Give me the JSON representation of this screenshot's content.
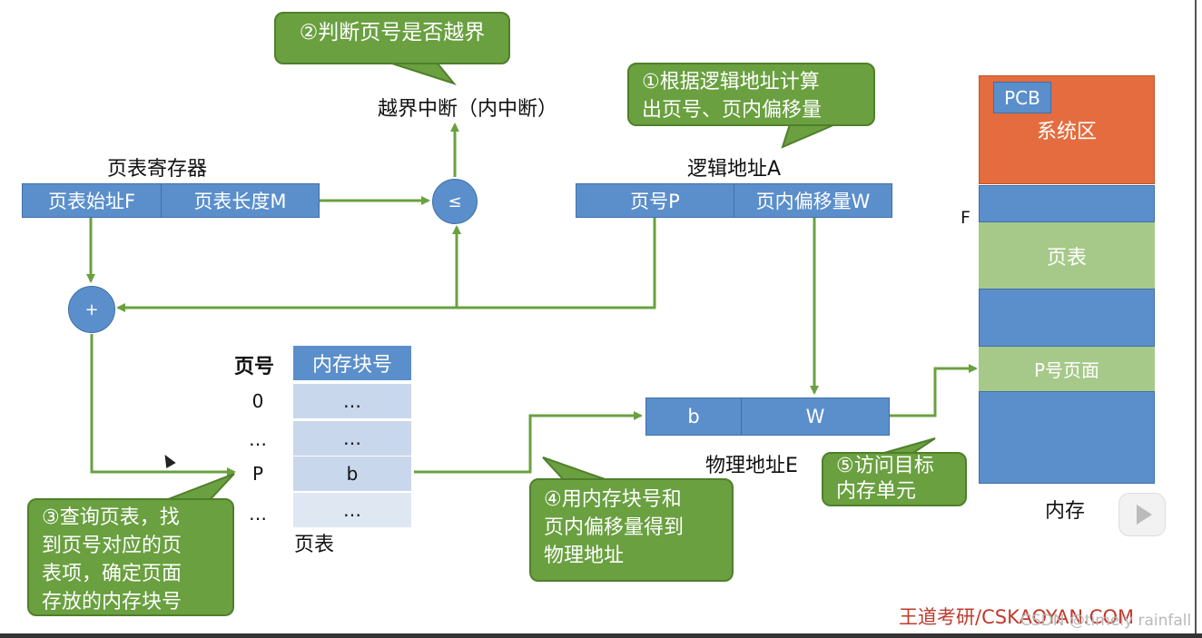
{
  "callouts": {
    "step2": "②判断页号是否越界",
    "step1_line1": "①根据逻辑地址计算",
    "step1_line2": "出页号、页内偏移量",
    "step3_line1": "③查询页表，找",
    "step3_line2": "到页号对应的页",
    "step3_line3": "表项，确定页面",
    "step3_line4": "存放的内存块号",
    "step4_line1": "④用内存块号和",
    "step4_line2": "页内偏移量得到",
    "step4_line3": "物理地址",
    "step5_line1": "⑤访问目标",
    "step5_line2": "内存单元"
  },
  "labels": {
    "overflow_interrupt": "越界中断（内中断）",
    "page_table_register": "页表寄存器",
    "logical_address": "逻辑地址A",
    "physical_address": "物理地址E",
    "memory": "内存",
    "page_table": "页表",
    "compare_op": "≤",
    "add_op": "+",
    "F_marker": "F"
  },
  "page_table_register": {
    "start": "页表始址F",
    "length": "页表长度M"
  },
  "logical_address": {
    "page_no": "页号P",
    "offset": "页内偏移量W"
  },
  "physical_address": {
    "block": "b",
    "offset": "W"
  },
  "page_table": {
    "col_page": "页号",
    "col_block": "内存块号",
    "rows": [
      {
        "page": "0",
        "block": "…"
      },
      {
        "page": "…",
        "block": "…"
      },
      {
        "page": "P",
        "block": "b"
      },
      {
        "page": "…",
        "block": "…"
      }
    ]
  },
  "memory_blocks": {
    "pcb": "PCB",
    "system_area": "系统区",
    "page_table": "页表",
    "page_p": "P号页面"
  },
  "watermark": {
    "brand": "王道考研/CSKAOYAN.COM",
    "csdn": "CSDN @timely rainfall"
  },
  "colors": {
    "blue": "#5b8fcb",
    "green_callout": "#6aa040",
    "light_green": "#a6c98a",
    "orange": "#e46c3e",
    "light_blue": "#c9d7ec",
    "arrow_green": "#6aa040",
    "brand_red": "#c0392b"
  }
}
